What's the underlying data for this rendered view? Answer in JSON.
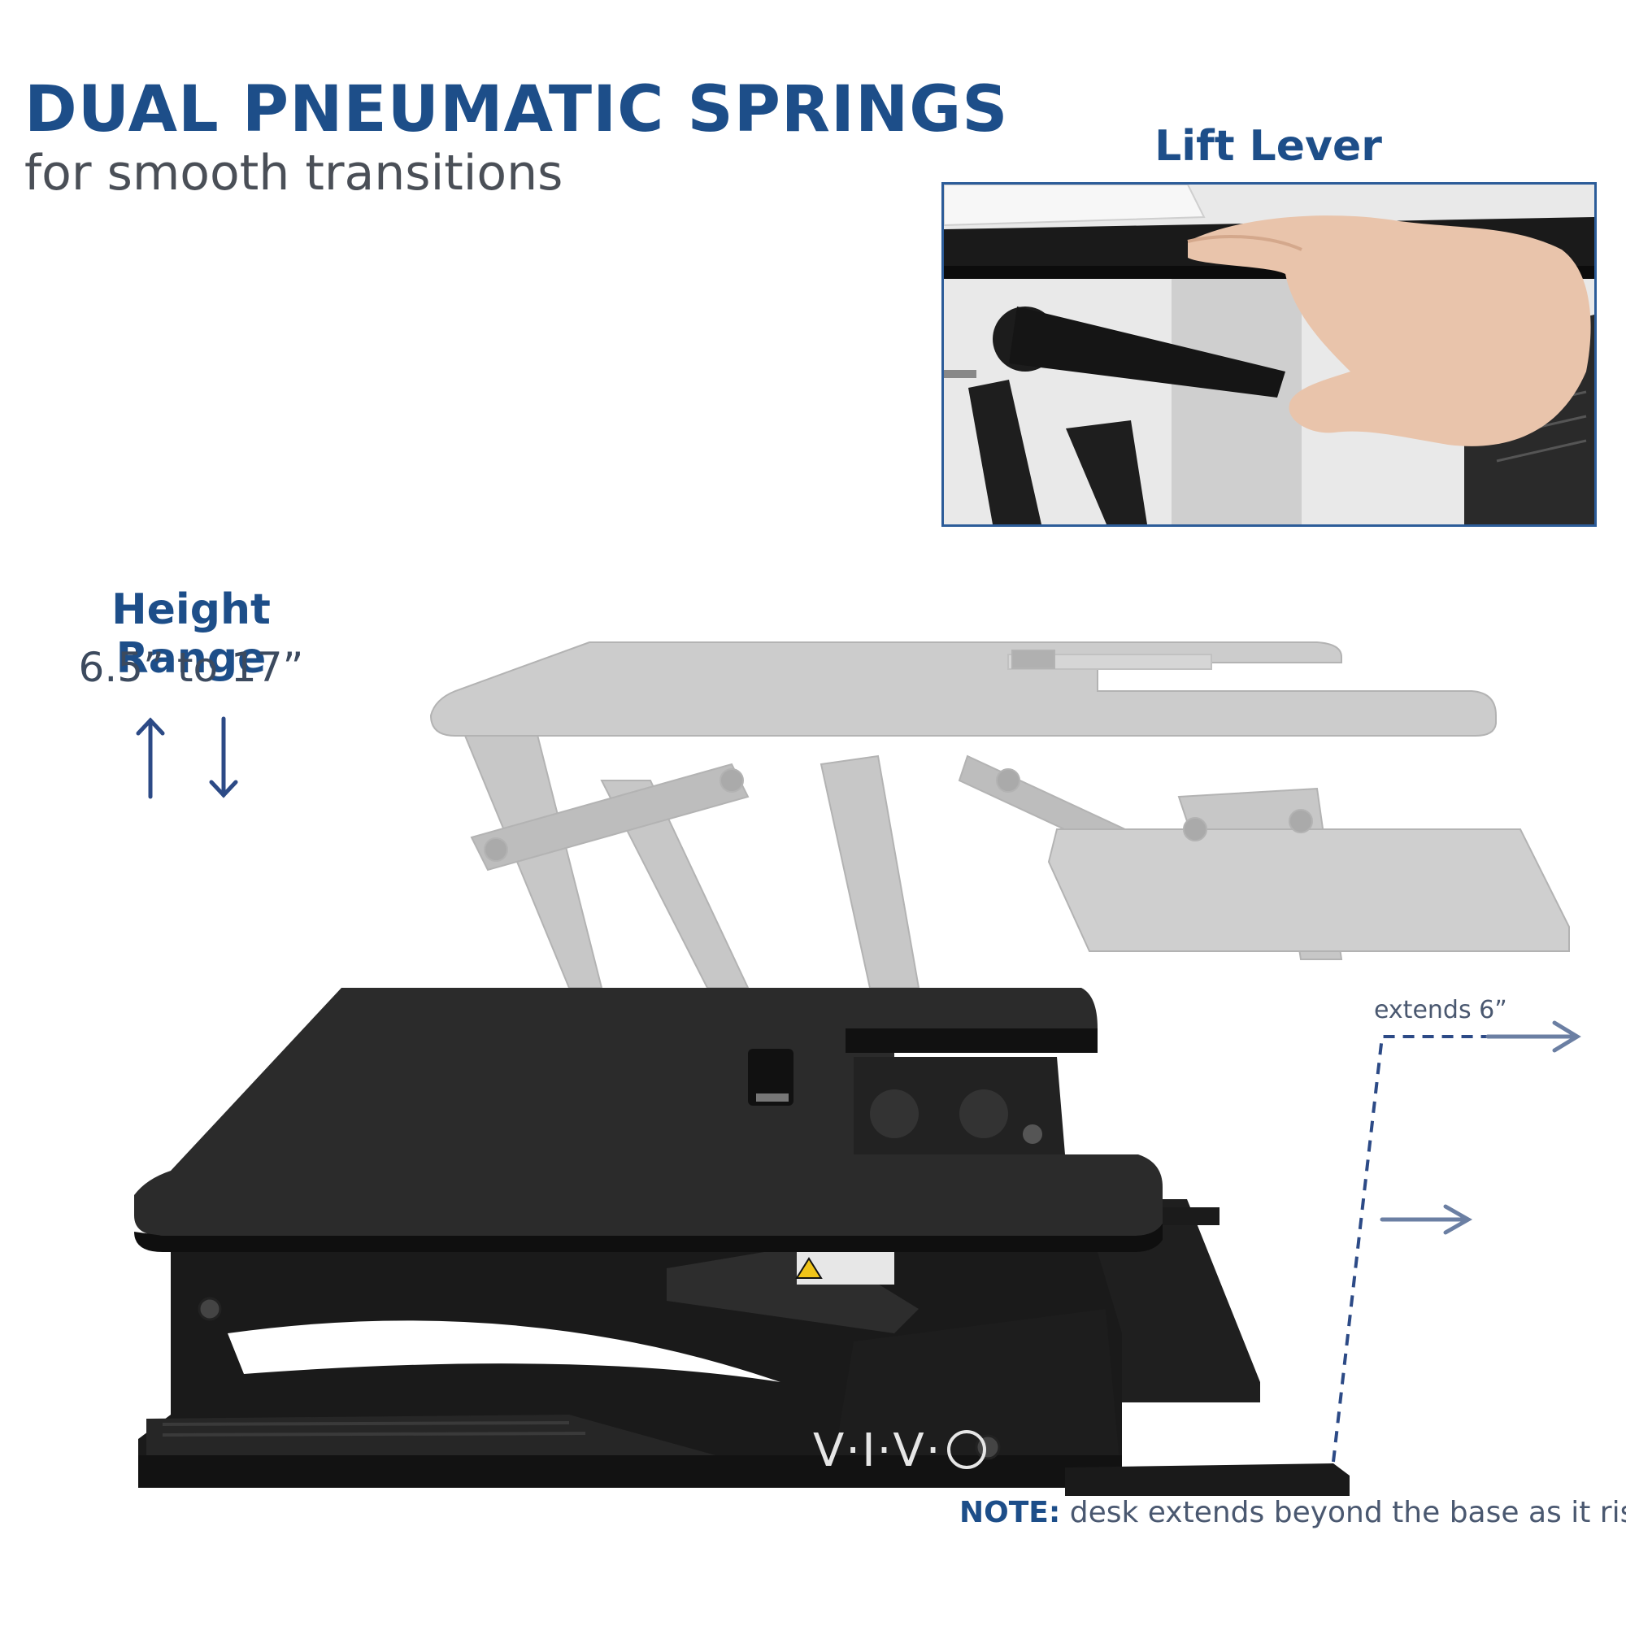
{
  "header": {
    "title": "DUAL PNEUMATIC SPRINGS",
    "subtitle": "for smooth transitions"
  },
  "inset": {
    "title": "Lift Lever"
  },
  "height": {
    "title": "Height Range",
    "value": "6.5” to 17”"
  },
  "extension": {
    "label": "extends 6”"
  },
  "brand": {
    "logo_text": "V·I·V·"
  },
  "note": {
    "prefix": "NOTE:",
    "text": " desk extends beyond the base as it rises"
  },
  "colors": {
    "accent": "#1d4e89",
    "arrow": "#6b7fa3",
    "desk": "#1e1e1e",
    "ghost": "#bdbdbd"
  }
}
